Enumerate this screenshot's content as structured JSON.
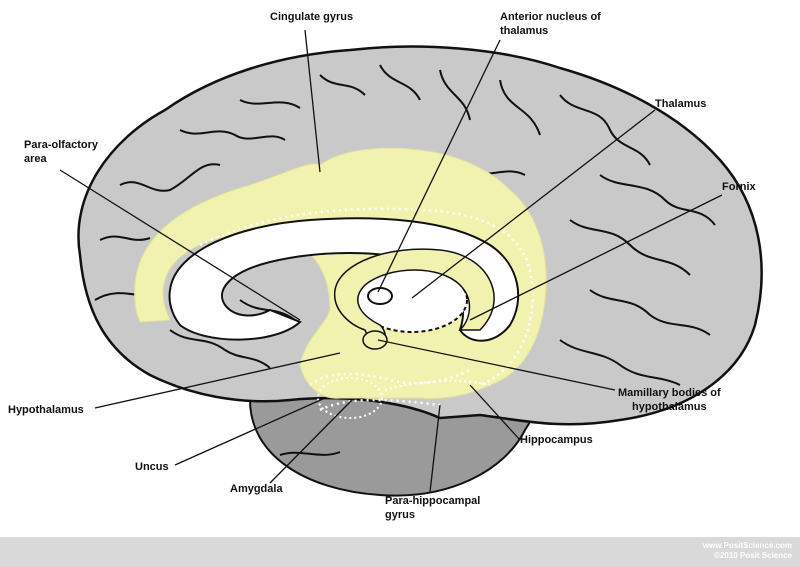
{
  "labels": {
    "cingulate_gyrus": "Cingulate gyrus",
    "anterior_nucleus_line1": "Anterior nucleus of",
    "anterior_nucleus_line2": "thalamus",
    "para_olfactory_line1": "Para-olfactory",
    "para_olfactory_line2": "area",
    "thalamus": "Thalamus",
    "fornix": "Fornix",
    "mamillary_line1": "Mamillary bodies of",
    "mamillary_line2": "hypothalamus",
    "hypothalamus": "Hypothalamus",
    "hippocampus": "Hippocampus",
    "uncus": "Uncus",
    "amygdala": "Amygdala",
    "para_hippocampal_line1": "Para-hippocampal",
    "para_hippocampal_line2": "gyrus"
  },
  "footer": {
    "site": "www.PositScience.com",
    "copyright": "©2010 Posit Science"
  },
  "colors": {
    "cortex": "#c9c9c9",
    "cerebellum_area": "#9a9a9a",
    "limbic": "#f2f2b0",
    "outline": "#111111",
    "footer_bar": "#d9d9d9"
  }
}
